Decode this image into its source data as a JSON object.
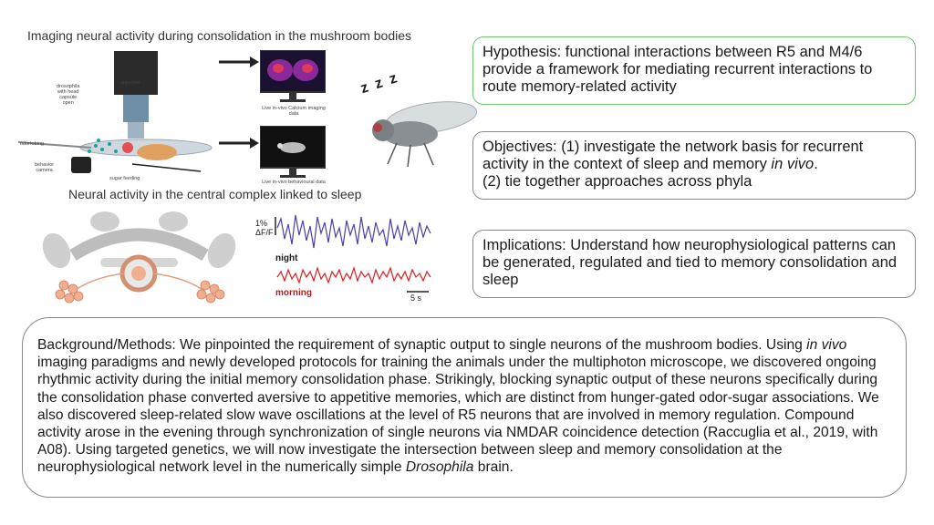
{
  "left": {
    "caption_top": "Imaging neural activity during consolidation in the mushroom bodies",
    "caption_mid": "Neural activity in the central complex linked to sleep",
    "microscope": {
      "objective": "objective",
      "drosophila_l1": "drosophila",
      "drosophila_l2": "with head",
      "drosophila_l3": "capsule",
      "drosophila_l4": "open",
      "odortubing": "odortubing",
      "behavior_l1": "behavior",
      "behavior_l2": "camera",
      "sugar": "sugar feeding"
    },
    "monitor_top_l1": "Live in-vivo Calcium imaging",
    "monitor_top_l2": "data",
    "monitor_bottom": "Live in-vivo behavioural data",
    "sleep_z": "z z z",
    "traces": {
      "scale_l1": "1%",
      "scale_l2": "ΔF/F",
      "night": "night",
      "morning": "morning",
      "time_scale": "5 s",
      "night_color": "#4b3fa8",
      "morning_color": "#e02020"
    }
  },
  "hypothesis": "Hypothesis: functional interactions between R5 and M4/6 provide a framework for mediating recurrent interactions to route memory-related activity",
  "objectives": {
    "part1": "Objectives: (1) investigate the network basis for recurrent activity in the context of sleep and memory ",
    "part1_em": "in vivo",
    "part1_end": ".",
    "part2": "(2) tie together approaches across phyla"
  },
  "implications": "Implications: Understand how neurophysiological patterns can be generated, regulated and tied to memory consolidation and sleep",
  "background": {
    "p1": "Background/Methods: We pinpointed the requirement of synaptic output to single neurons of the mushroom bodies. Using ",
    "p1_em": "in vivo",
    "p2": " imaging paradigms and newly developed protocols for training the animals under the multiphoton microscope, we discovered ongoing rhythmic activity during the initial memory consolidation phase. Strikingly, blocking synaptic output of these neurons specifically during the consolidation phase converted aversive to appetitive memories, which are distinct from hunger-gated odor-sugar associations. We also discovered sleep-related slow wave oscillations at the level of R5 neurons that are involved in memory regulation. Compound activity arose in the evening through synchronization of single neurons via NMDAR coincidence detection (Raccuglia et al., 2019, with A08). Using targeted genetics, we will now investigate the intersection between sleep and memory consolidation at the neurophysiological network level in the numerically simple ",
    "p2_em": "Drosophila",
    "p3": " brain."
  }
}
